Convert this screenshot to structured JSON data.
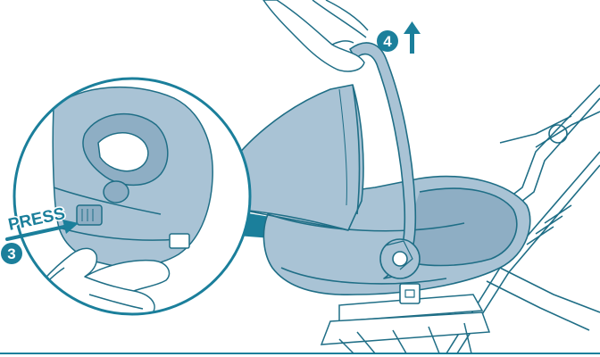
{
  "step_3": {
    "number": "3",
    "label": "PRESS"
  },
  "step_4": {
    "number": "4"
  },
  "colors": {
    "seat_fill": "#a9c3d5",
    "seat_shadow": "#8eaec4",
    "outline": "#1f6e86",
    "accent": "#1b7f9b",
    "badge_fill": "#1b7f9b",
    "badge_text": "#ffffff",
    "background": "#ffffff"
  },
  "icons": {
    "up_arrow": "arrow-up-icon",
    "press_arrow": "arrow-right-icon"
  }
}
